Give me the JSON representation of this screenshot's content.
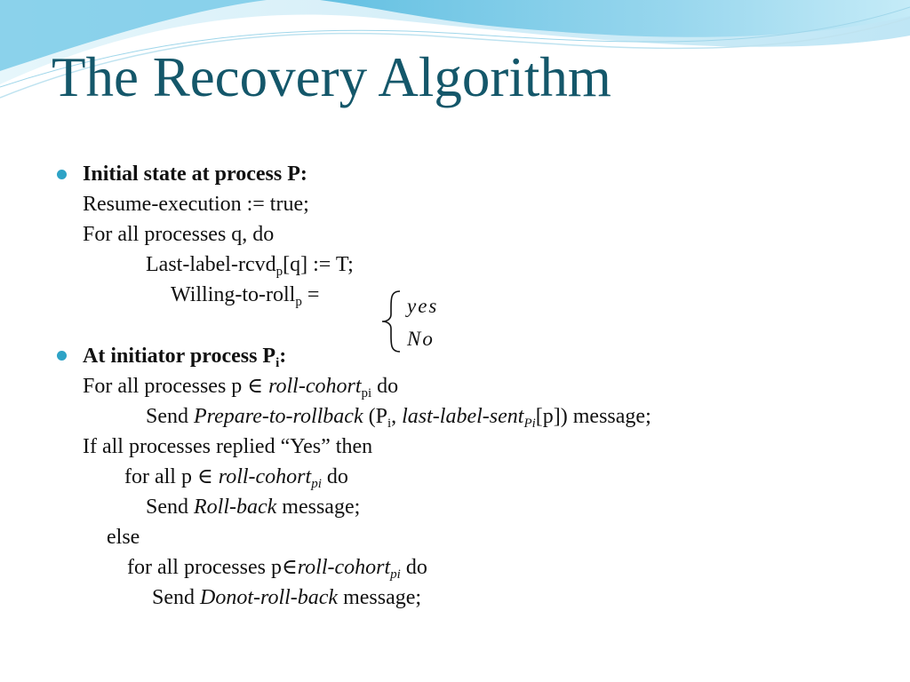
{
  "title": "The Recovery Algorithm",
  "colors": {
    "title": "#14576a",
    "bullet": "#2ea3c6",
    "text": "#111111",
    "wave_light": "#d4eef8",
    "wave_mid": "#8fd3ec",
    "wave_dark": "#4fb8de"
  },
  "section1": {
    "heading": "Initial state at process P:",
    "lines": {
      "l1": "Resume-execution := true;",
      "l2": "For all processes q, do",
      "l3_pre": "Last-label-rcvd",
      "l3_sub": "p",
      "l3_post": "[q] := T;",
      "l4_pre": "Willing-to-roll",
      "l4_sub": "p",
      "l4_post": " ="
    },
    "cases": [
      "yes",
      "No"
    ]
  },
  "section2": {
    "heading_pre": "At initiator process P",
    "heading_sub": "i",
    "heading_post": ":",
    "lines": {
      "a1_pre": "For all processes p ∈ ",
      "a1_it": "roll-cohort",
      "a1_sub": "pi",
      "a1_post": " do",
      "a2_pre": "Send ",
      "a2_it": "Prepare-to-rollback",
      "a2_mid": " (P",
      "a2_sub1": "i",
      "a2_comma": ", ",
      "a2_it2": "last-label-sent",
      "a2_sub2": "Pi",
      "a2_post": "[p]) message;",
      "a3": "If all processes replied “Yes”  then",
      "a4_pre": "for all  p ∈ ",
      "a4_it": "roll-cohort",
      "a4_sub": "pi",
      "a4_post": "  do",
      "a5_pre": "Send ",
      "a5_it": "Roll-back",
      "a5_post": " message;",
      "a6": "else",
      "a7_pre": "for all processes p∈",
      "a7_it": "roll-cohort",
      "a7_sub": "pi",
      "a7_post": " do",
      "a8_pre": "Send ",
      "a8_it": "Donot-roll-back",
      "a8_post": " message;"
    }
  }
}
